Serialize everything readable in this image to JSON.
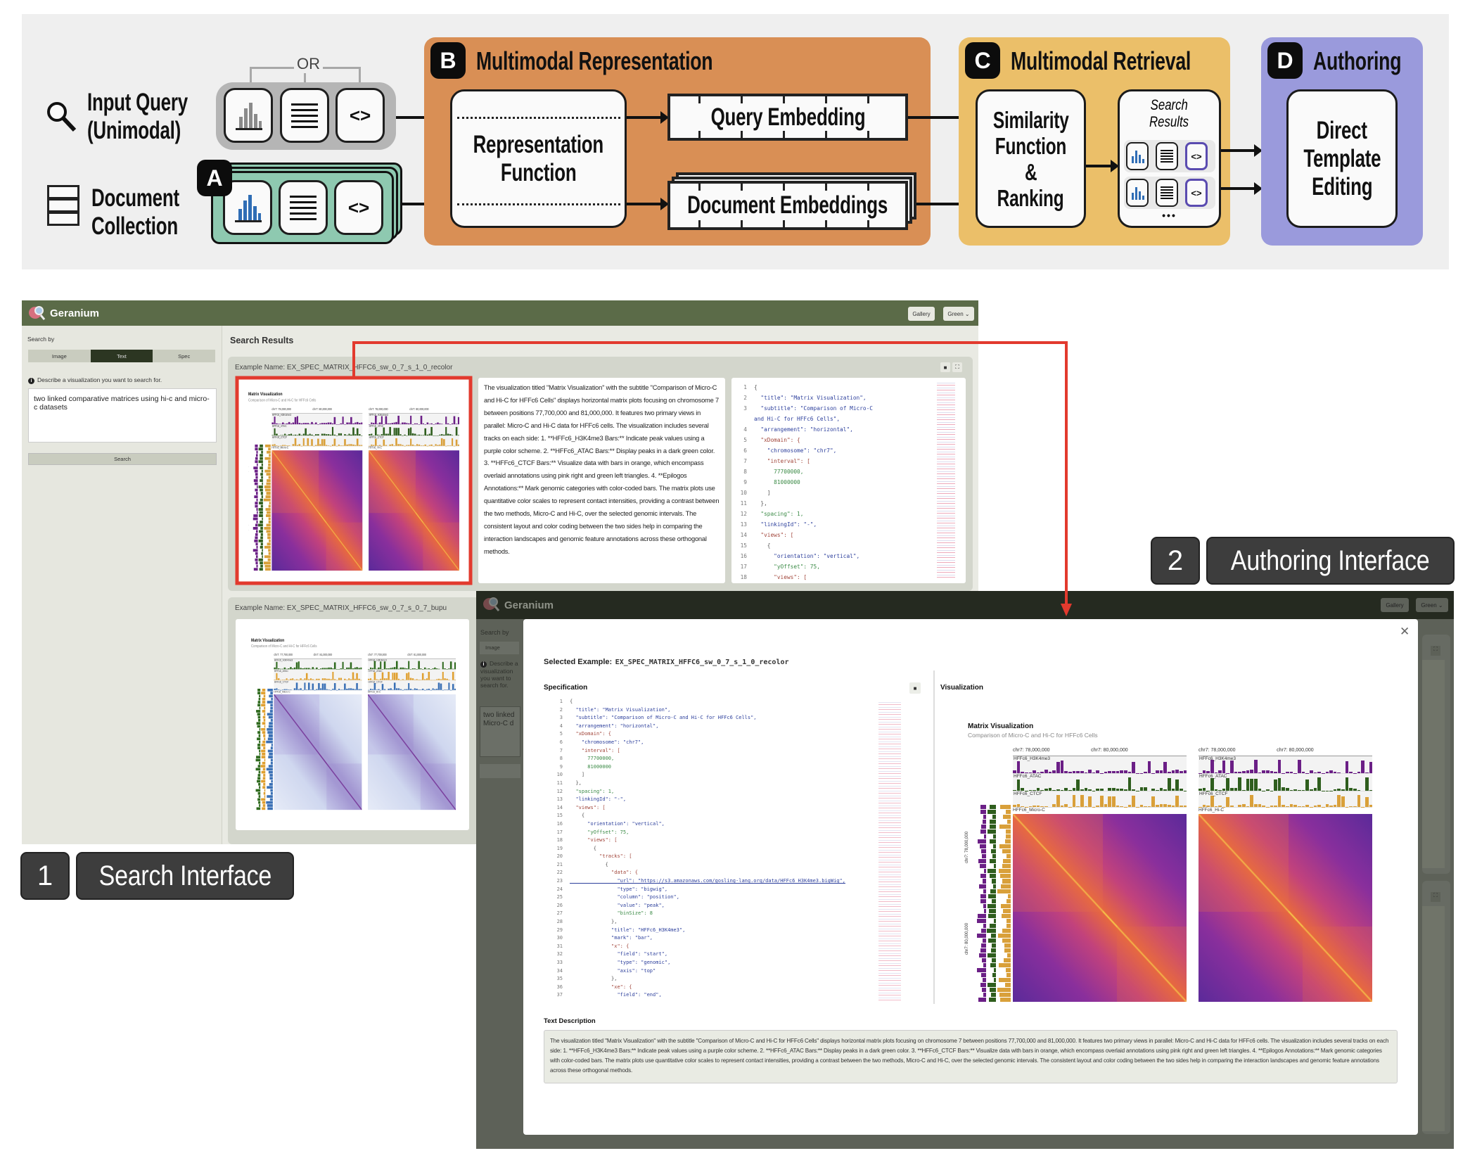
{
  "diagram": {
    "input_query": [
      "Input Query",
      "(Unimodal)"
    ],
    "or_label": "OR",
    "document_collection": [
      "Document",
      "Collection"
    ],
    "badge_a": "A",
    "code_glyph": "<>",
    "stage_b": {
      "badge": "B",
      "title": "Multimodal Representation",
      "function_lines": [
        "Representation",
        "Function"
      ],
      "query_embedding": "Query Embedding",
      "document_embeddings": "Document Embeddings"
    },
    "stage_c": {
      "badge": "C",
      "title": "Multimodal Retrieval",
      "function_lines": [
        "Similarity",
        "Function",
        "&",
        "Ranking"
      ],
      "search_results": [
        "Search",
        "Results"
      ],
      "more": "•••"
    },
    "stage_d": {
      "badge": "D",
      "title": "Authoring",
      "box_lines": [
        "Direct",
        "Template",
        "Editing"
      ]
    },
    "colors": {
      "stage_b": "#d98f55",
      "stage_c": "#ebbf69",
      "stage_d": "#9a9adc",
      "document_collection": "#8ec9b0",
      "query": "#b5b5b5",
      "connector": "#e23a2e"
    }
  },
  "search_ui": {
    "app_name": "Geranium",
    "gallery_button": "Gallery",
    "theme_select": "Green ⌄",
    "search_by_label": "Search by",
    "tabs": [
      "Image",
      "Text",
      "Spec"
    ],
    "active_tab": "Text",
    "hint": "Describe a visualization you want to search for.",
    "query": "two linked comparative matrices using hi-c and micro-c datasets",
    "search_button": "Search",
    "results_title": "Search Results",
    "results": [
      {
        "example_name": "Example Name: EX_SPEC_MATRIX_HFFC6_sw_0_7_s_1_0_recolor"
      },
      {
        "example_name": "Example Name: EX_SPEC_MATRIX_HFFC6_sw_0_7_s_0_7_bupu"
      }
    ]
  },
  "authoring_ui": {
    "selected_label": "Selected Example:",
    "selected_name": "EX_SPEC_MATRIX_HFFC6_sw_0_7_s_1_0_recolor",
    "specification_title": "Specification",
    "visualization_title": "Visualization",
    "text_description_title": "Text Description",
    "close": "✕",
    "background_query": "two linked Micro-C d"
  },
  "description": "The visualization titled \"Matrix Visualization\" with the subtitle \"Comparison of Micro-C and Hi-C for HFFc6 Cells\" displays horizontal matrix plots focusing on chromosome 7 between positions 77,700,000 and 81,000,000. It features two primary views in parallel: Micro-C and Hi-C data for HFFc6 cells. The visualization includes several tracks on each side: 1. **HFFc6_H3K4me3 Bars:** Indicate peak values using a purple color scheme. 2. **HFFc6_ATAC Bars:** Display peaks in a dark green color. 3. **HFFc6_CTCF Bars:** Visualize data with bars in orange, which encompass overlaid annotations using pink right and green left triangles. 4. **Epilogos Annotations:** Mark genomic categories with color-coded bars. The matrix plots use quantitative color scales to represent contact intensities, providing a contrast between the two methods, Micro-C and Hi-C, over the selected genomic intervals. The consistent layout and color coding between the two sides help in comparing the interaction landscapes and genomic feature annotations across these orthogonal methods.",
  "visualization": {
    "title": "Matrix Visualization",
    "subtitle": "Comparison of Micro-C and Hi-C for HFFc6 Cells",
    "axis_ticks": [
      "chr7: 78,000,000",
      "chr7: 80,000,000"
    ],
    "alt_axis_ticks": [
      "chr7: 77,700,000",
      "chr7: 81,000,000"
    ],
    "tracks": [
      "HFFc6_H3K4me3",
      "HFFc6_ATAC",
      "HFFc6_CTCF"
    ],
    "matrix_left": "HFFc6_Micro-C",
    "matrix_right": "HFFc6_Hi-C",
    "vertical_axis": [
      "chr7: 78,000,000",
      "chr7: 80,000,000"
    ]
  },
  "spec_lines": [
    "{",
    "  \"title\": \"Matrix Visualization\",",
    "  \"subtitle\": \"Comparison of Micro-C and Hi-C for HFFc6 Cells\",",
    "  \"arrangement\": \"horizontal\",",
    "  \"xDomain\": {",
    "    \"chromosome\": \"chr7\",",
    "    \"interval\": [",
    "      77700000,",
    "      81000000",
    "    ]",
    "  },",
    "  \"spacing\": 1,",
    "  \"linkingId\": \"-\",",
    "  \"views\": [",
    "    {",
    "      \"orientation\": \"vertical\",",
    "      \"yOffset\": 75,",
    "      \"views\": [",
    "        {",
    "          \"tracks\": [",
    "            {",
    "              \"data\": {",
    "                \"url\": \"https://s3.amazonaws.com/gosling-lang.org/data/HFFc6_H3K4me3.bigWig\",",
    "                \"type\": \"bigwig\",",
    "                \"column\": \"position\",",
    "                \"value\": \"peak\",",
    "                \"binSize\": 8",
    "              },",
    "              \"title\": \"HFFc6_H3K4me3\",",
    "              \"mark\": \"bar\",",
    "              \"x\": {",
    "                \"field\": \"start\",",
    "                \"type\": \"genomic\",",
    "                \"axis\": \"top\"",
    "              },",
    "              \"xe\": {",
    "                \"field\": \"end\","
  ],
  "labels": {
    "search": {
      "num": "1",
      "text": "Search Interface"
    },
    "authoring": {
      "num": "2",
      "text": "Authoring Interface"
    }
  }
}
